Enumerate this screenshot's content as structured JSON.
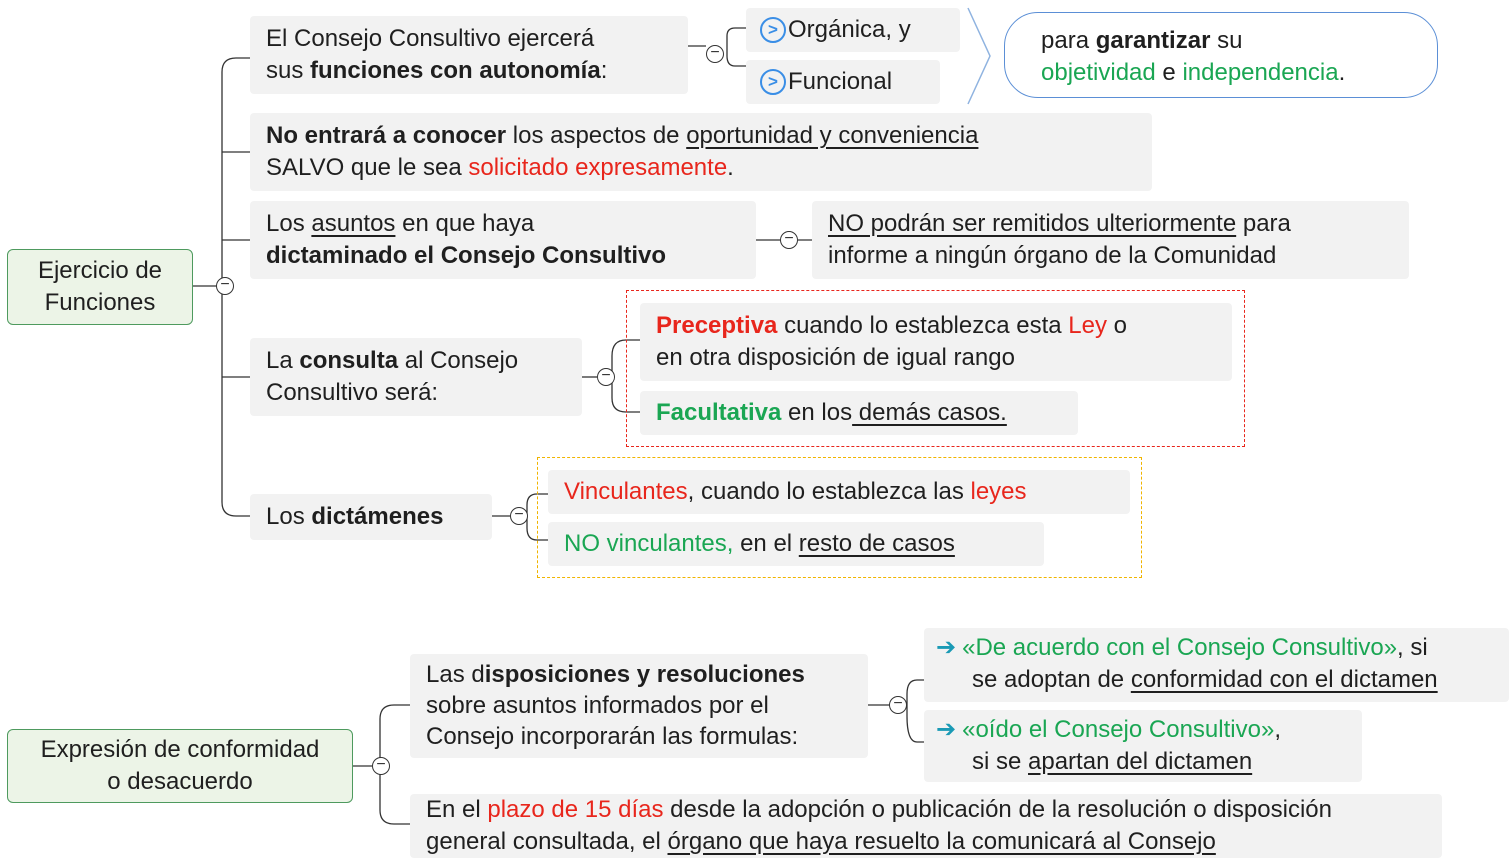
{
  "root1": {
    "label_line1": "Ejercicio de",
    "label_line2": "Funciones",
    "n1": {
      "t1": "El Consejo Consultivo ejercerá",
      "t2": "sus ",
      "t3": "funciones con autonomía",
      "t4": ":",
      "opt1": "Orgánica, y",
      "opt2": "Funcional",
      "callout": {
        "c1": "para ",
        "c2": "garantizar",
        "c3": " su",
        "c4": "objetividad",
        "c5": " e ",
        "c6": "independencia",
        "c7": "."
      }
    },
    "n2": {
      "t1": "No entrará a conocer",
      "t2": " los aspectos de ",
      "t3": "oportunidad y conveniencia",
      "t4": "SALVO que le sea ",
      "t5": "solicitado expresamente",
      "t6": "."
    },
    "n3": {
      "t1": "Los ",
      "t2": "asuntos",
      "t3": " en que haya",
      "t4": "dictaminado el Consejo Consultivo",
      "c1": "NO podrán ser remitidos ulteriormente",
      "c2": " para",
      "c3": "informe a ningún órgano de la Comunidad"
    },
    "n4": {
      "t1": "La ",
      "t2": "consulta",
      "t3": " al Consejo",
      "t4": "Consultivo será:",
      "p1": "Preceptiva",
      "p2": " cuando lo establezca esta ",
      "p3": "Ley",
      "p4": " o",
      "p5": "en otra disposición de igual rango",
      "f1": "Facultativa",
      "f2": " en los",
      "f3": " demás casos."
    },
    "n5": {
      "t1": "Los ",
      "t2": "dictámenes",
      "v1": "Vinculantes",
      "v2": ", cuando lo establezca las ",
      "v3": "leyes",
      "nv1": "NO vinculantes,",
      "nv2": " en el ",
      "nv3": "resto de casos"
    }
  },
  "root2": {
    "label_line1": "Expresión de conformidad",
    "label_line2": "o desacuerdo",
    "n1": {
      "t1": "Las d",
      "t2": "isposiciones y resoluciones",
      "t3": "sobre asuntos informados por el",
      "t4": "Consejo incorporarán las formulas:",
      "a1": "«De acuerdo con el Consejo Consultivo»",
      "a2": ", si",
      "a3": "se adoptan de ",
      "a4": "conformidad con el dictamen",
      "b1": "«oído el Consejo Consultivo»",
      "b2": ",",
      "b3": "si se ",
      "b4": "apartan del dictamen"
    },
    "n2": {
      "t1": "En el ",
      "t2": "plazo de 15 días",
      "t3": " desde la adopción o publicación de la resolución o disposición",
      "t4": "general consultada, el ",
      "t5": "órgano que haya resuelto la comunicará al Consejo"
    }
  },
  "colors": {
    "red": "#e8261c",
    "green": "#1aa653",
    "blue": "#3a8ee6",
    "root_border": "#4e9a5e"
  },
  "icons": [
    "collapse-toggle-icon",
    "chevron-right-icon",
    "arrow-right-icon"
  ]
}
